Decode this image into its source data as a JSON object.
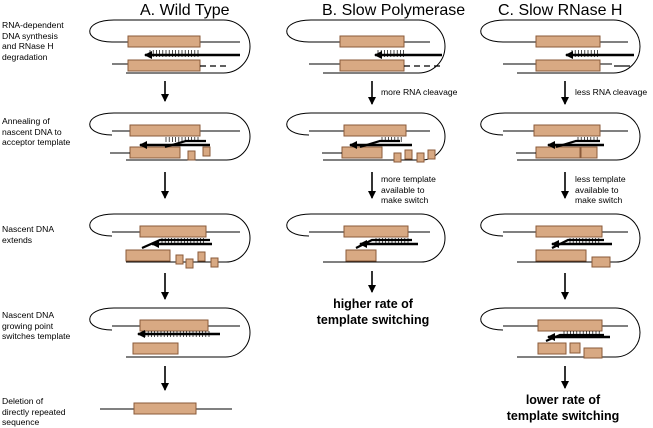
{
  "columns": [
    {
      "title": "A.  Wild Type"
    },
    {
      "title": "B.  Slow  Polymerase"
    },
    {
      "title": "C.  Slow RNase H"
    }
  ],
  "step_labels": [
    "RNA-dependent\nDNA synthesis\nand RNase H\ndegradation",
    "Annealing of\nnascent DNA to\nacceptor template",
    "Nascent DNA\nextends",
    "Nascent DNA\ngrowing point\nswitches template",
    "Deletion of\ndirectly repeated\nsequence"
  ],
  "arrow_notes": {
    "b_1": "more RNA cleavage",
    "b_2": "more template\navailable to\nmake switch",
    "c_1": "less RNA cleavage",
    "c_2": "less template\navailable to\nmake switch"
  },
  "results": {
    "b": "higher rate of\ntemplate switching",
    "c": "lower rate of\ntemplate switching"
  },
  "colors": {
    "box_fill": "#d8a983",
    "box_stroke": "#8a5a3a",
    "line": "#000000"
  }
}
